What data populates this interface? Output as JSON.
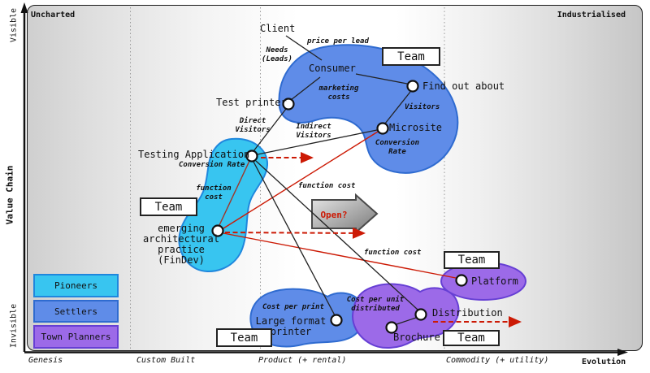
{
  "title_regions": {
    "left": "Uncharted",
    "right": "Industrialised"
  },
  "axes": {
    "value_chain": {
      "label": "Value Chain",
      "top": "Visible",
      "bottom": "Invisible"
    },
    "evolution": {
      "label": "Evolution",
      "stages": [
        "Genesis",
        "Custom Built",
        "Product (+ rental)",
        "Commodity (+ utility)"
      ]
    }
  },
  "legend": {
    "pioneers": "Pioneers",
    "settlers": "Settlers",
    "town_planners": "Town Planners"
  },
  "team_label": "Team",
  "nodes": {
    "client": "Client",
    "consumer": "Consumer",
    "find_out_about": "Find out about",
    "test_printer": "Test printer",
    "microsite": "Microsite",
    "testing_application": "Testing Application",
    "emerging_practice": "emerging architectural practice (FinDev)",
    "large_format_printer": "Large format printer",
    "brochure": "Brochure",
    "distribution": "Distribution",
    "platform": "Platform"
  },
  "flow_labels": {
    "price_per_lead": "price per lead",
    "needs_leads": "Needs (Leads)",
    "marketing_costs": "marketing costs",
    "visitors": "Visitors",
    "conversion_rate": "Conversion Rate",
    "direct_visitors": "Direct Visitors",
    "indirect_visitors": "Indirect Visitors",
    "function_cost": "function cost",
    "cost_per_print": "Cost per print",
    "cost_per_unit_distributed": "Cost per unit distributed"
  },
  "annotations": {
    "open_question": "Open?"
  },
  "colors": {
    "pioneers_fill": "#38c5f0",
    "pioneers_border": "#1f87dd",
    "settlers_fill": "#5f8ce8",
    "settlers_border": "#2f6bd0",
    "town_planners_fill": "#9c6ae8",
    "town_planners_border": "#663fd4",
    "flow_red": "#cc1a05",
    "dark_red": "#a03528",
    "node_fill": "#ffffff",
    "line": "#222222"
  }
}
